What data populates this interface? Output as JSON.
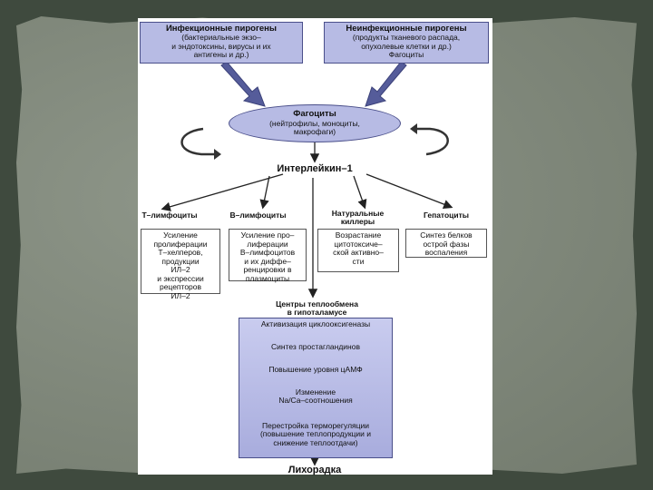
{
  "infectious": {
    "title": "Инфекционные пирогены",
    "lines": [
      "(бактериальные экзо–",
      "и эндотоксины, вирусы и их",
      "антигены и др.)"
    ]
  },
  "noninfectious": {
    "title": "Неинфекционные пирогены",
    "lines": [
      "(продукты тканевого распада,",
      "опухолевые клетки и др.)",
      "Фагоциты"
    ]
  },
  "phagocytes": {
    "title": "Фагоциты",
    "lines": [
      "(нейтрофилы, моноциты,",
      "макрофаги)"
    ]
  },
  "interleukin": "Интерлейкин–1",
  "targets": {
    "t_lymph": "Т–лимфоциты",
    "b_lymph": "В–лимфоциты",
    "nk": [
      "Натуральные",
      "киллеры"
    ],
    "hepato": "Гепатоциты"
  },
  "effects": {
    "t_lymph": [
      "Усиление",
      "пролиферации",
      "Т–хелперов,",
      "продукции",
      "ИЛ–2",
      "и экспрессии",
      "рецепторов",
      "ИЛ–2"
    ],
    "b_lymph": [
      "Усиление про–",
      "лиферации",
      "В–лимфоцитов",
      "и их диффе–",
      "ренцировки в",
      "плазмоциты"
    ],
    "nk": [
      "Возрастание",
      "цитотоксиче–",
      "ской активно–",
      "сти"
    ],
    "hepato": [
      "Синтез белков",
      "острой фазы",
      "воспаления"
    ]
  },
  "centers": [
    "Центры теплообмена",
    "в гипоталамусе"
  ],
  "chain": {
    "step1": "Активизация циклооксигеназы",
    "step2": "Синтез простагландинов",
    "step3": "Повышение уровня цАМФ",
    "step4": [
      "Изменение",
      "Na/Ca–соотношения"
    ],
    "step5": [
      "Перестройка терморегуляции",
      "(повышение теплопродукции и",
      "снижение теплоотдачи)"
    ]
  },
  "fever": "Лихорадка",
  "colors": {
    "box_fill": "#b7bbe4",
    "box_border": "#4a4f8a",
    "arrow": "#555c9a",
    "frame": "#7f877a"
  }
}
